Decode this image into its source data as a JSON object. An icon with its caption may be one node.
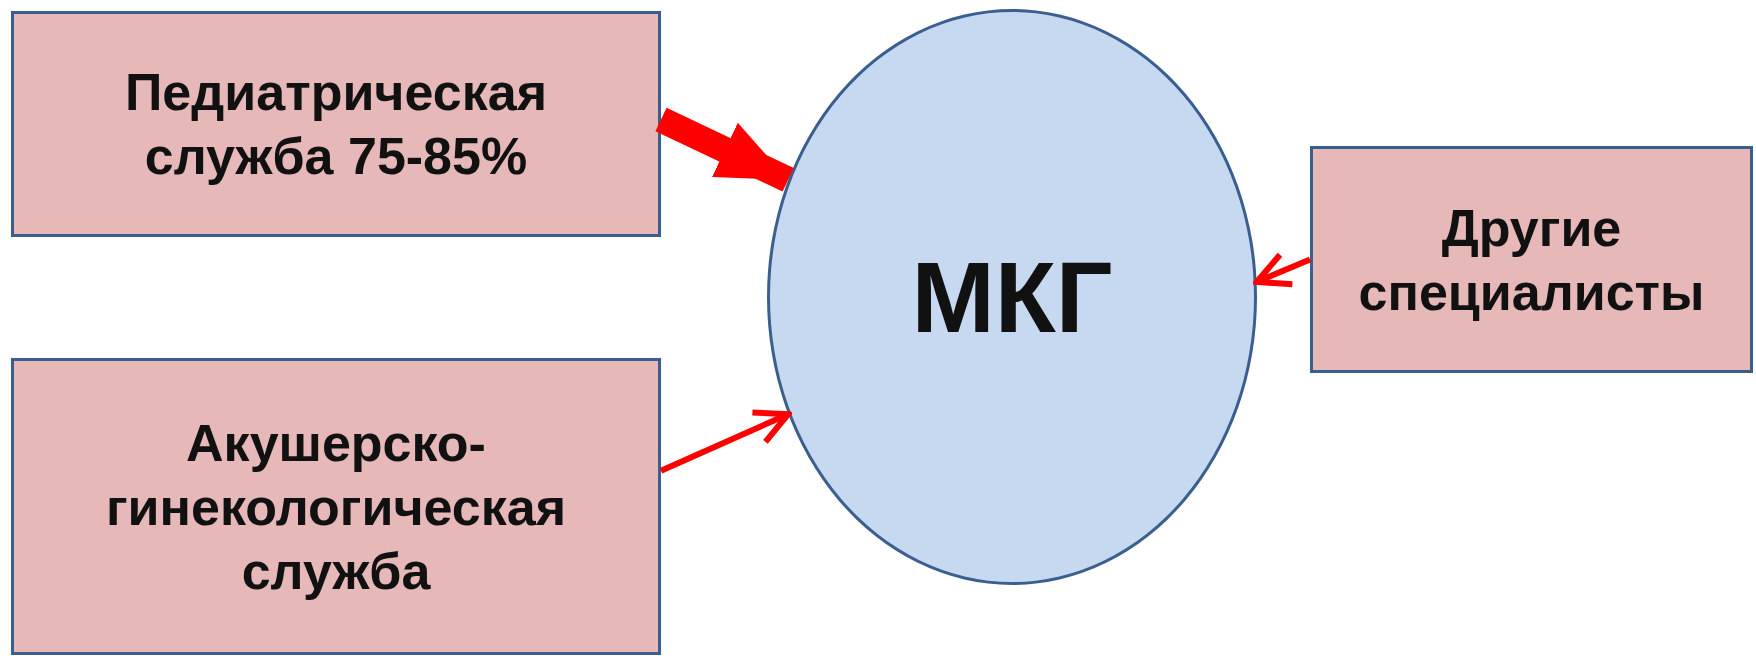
{
  "diagram": {
    "nodes": [
      {
        "text": [
          "Педиатрическая служба 75-85%"
        ]
      },
      {
        "text": [
          "Акушерско- гинекологическая служба"
        ]
      },
      {
        "text": [
          "МКГ"
        ]
      },
      {
        "text": [
          "Другие специалисты"
        ]
      }
    ],
    "edges": [
      {
        "from": 0,
        "to": 2,
        "arrow": "to",
        "style": "thick"
      },
      {
        "from": 1,
        "to": 2,
        "arrow": "to"
      },
      {
        "from": 3,
        "to": 2,
        "arrow": "to"
      }
    ]
  }
}
